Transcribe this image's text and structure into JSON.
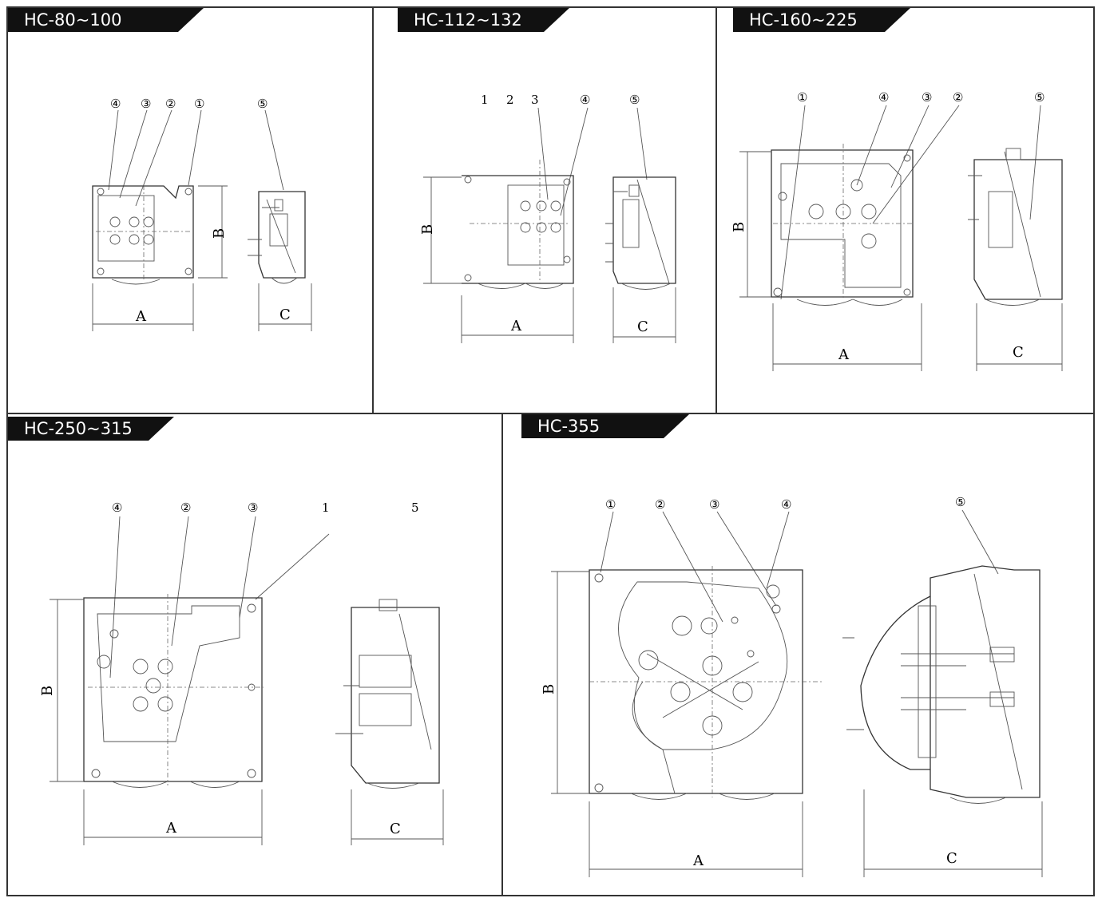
{
  "panels": {
    "p1": {
      "title": "HC-80~100"
    },
    "p2": {
      "title": "HC-112~132"
    },
    "p3": {
      "title": "HC-160~225"
    },
    "p4": {
      "title": "HC-250~315"
    },
    "p5": {
      "title": "HC-355"
    }
  },
  "callouts": {
    "n1": "①",
    "n2": "②",
    "n3": "③",
    "n4": "④",
    "n5": "⑤",
    "p2_plain": {
      "n1": "1",
      "n2": "2",
      "n3": "3"
    },
    "p4_plain": {
      "n1": "1",
      "n5": "5"
    }
  },
  "dimensions": {
    "a": "A",
    "b": "B",
    "c": "C"
  },
  "colors": {
    "tag_bg": "#111111",
    "tag_text": "#ffffff",
    "line": "#333333"
  }
}
